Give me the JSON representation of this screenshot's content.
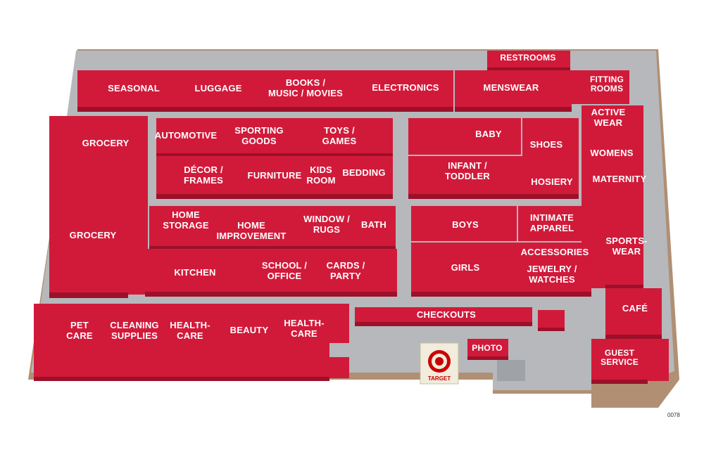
{
  "store_brand": "TARGET",
  "map_code": "0078",
  "colors": {
    "department": "#d11a3a",
    "department_side": "#9c1029",
    "aisle": "#b6b8bb",
    "floor_edge": "#b08f73",
    "label": "#ffffff"
  },
  "departments": {
    "restrooms": [
      "RESTROOMS"
    ],
    "fitting_rooms": [
      "FITTING",
      "ROOMS"
    ],
    "seasonal": [
      "SEASONAL"
    ],
    "luggage": [
      "LUGGAGE"
    ],
    "books": [
      "BOOKS /",
      "MUSIC / MOVIES"
    ],
    "electronics": [
      "ELECTRONICS"
    ],
    "menswear": [
      "MENSWEAR"
    ],
    "active_wear": [
      "ACTIVE",
      "WEAR"
    ],
    "grocery_top": [
      "GROCERY"
    ],
    "automotive": [
      "AUTOMOTIVE"
    ],
    "sporting_goods": [
      "SPORTING",
      "GOODS"
    ],
    "toys": [
      "TOYS /",
      "GAMES"
    ],
    "baby": [
      "BABY"
    ],
    "shoes": [
      "SHOES"
    ],
    "womens": [
      "WOMENS"
    ],
    "decor": [
      "DÉCOR /",
      "FRAMES"
    ],
    "furniture": [
      "FURNITURE"
    ],
    "kids_room": [
      "KIDS",
      "ROOM"
    ],
    "bedding": [
      "BEDDING"
    ],
    "infant": [
      "INFANT /",
      "TODDLER"
    ],
    "hosiery": [
      "HOSIERY"
    ],
    "maternity": [
      "MATERNITY"
    ],
    "grocery_bottom": [
      "GROCERY"
    ],
    "home_storage": [
      "HOME",
      "STORAGE"
    ],
    "home_improvement": [
      "HOME",
      "IMPROVEMENT"
    ],
    "window_rugs": [
      "WINDOW /",
      "RUGS"
    ],
    "bath": [
      "BATH"
    ],
    "boys": [
      "BOYS"
    ],
    "intimate_apparel": [
      "INTIMATE",
      "APPAREL"
    ],
    "sportswear": [
      "SPORTS-",
      "WEAR"
    ],
    "accessories": [
      "ACCESSORIES"
    ],
    "kitchen": [
      "KITCHEN"
    ],
    "school_office": [
      "SCHOOL /",
      "OFFICE"
    ],
    "cards_party": [
      "CARDS /",
      "PARTY"
    ],
    "girls": [
      "GIRLS"
    ],
    "jewelry": [
      "JEWELRY /",
      "WATCHES"
    ],
    "cafe": [
      "CAFÉ"
    ],
    "checkouts": [
      "CHECKOUTS"
    ],
    "pet_care": [
      "PET",
      "CARE"
    ],
    "cleaning": [
      "CLEANING",
      "SUPPLIES"
    ],
    "healthcare_1": [
      "HEALTH-",
      "CARE"
    ],
    "beauty": [
      "BEAUTY"
    ],
    "healthcare_2": [
      "HEALTH-",
      "CARE"
    ],
    "photo": [
      "PHOTO"
    ],
    "guest_service": [
      "GUEST",
      "SERVICE"
    ]
  }
}
